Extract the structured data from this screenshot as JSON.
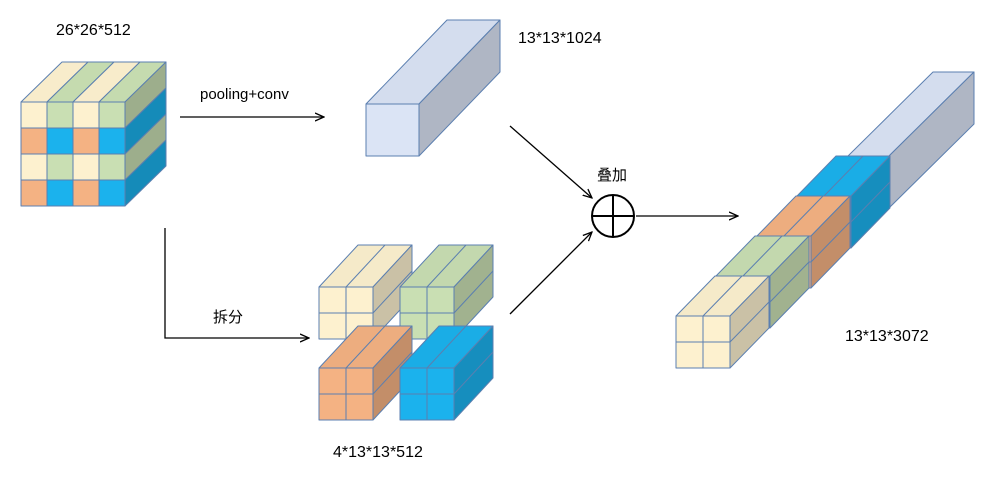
{
  "labels": {
    "input_shape": "26*26*512",
    "branch_top_op": "pooling+conv",
    "top_output_shape": "13*13*1024",
    "branch_bottom_op": "拆分",
    "split_shape": "4*13*13*512",
    "merge_op": "叠加",
    "result_shape": "13*13*3072"
  },
  "colors": {
    "cream": "#fdf1cf",
    "green": "#c9dfb3",
    "orange": "#f4b283",
    "blue": "#1bb2ed",
    "light_blue": "#dbe4f5",
    "edge": "#5b7fb0"
  },
  "input_grid": [
    [
      "cream",
      "green",
      "cream",
      "green"
    ],
    [
      "orange",
      "blue",
      "orange",
      "blue"
    ],
    [
      "cream",
      "green",
      "cream",
      "green"
    ],
    [
      "orange",
      "blue",
      "orange",
      "blue"
    ]
  ],
  "split_blocks": [
    "cream",
    "green",
    "orange",
    "blue"
  ],
  "stack_order": [
    "cream",
    "green",
    "orange",
    "blue",
    "light_blue"
  ]
}
